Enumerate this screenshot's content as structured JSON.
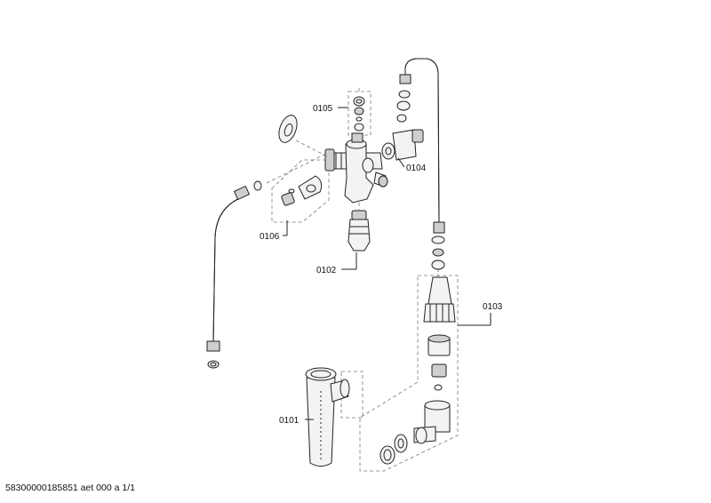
{
  "labels": {
    "p0101": "0101",
    "p0102": "0102",
    "p0103": "0103",
    "p0104": "0104",
    "p0105": "0105",
    "p0106": "0106"
  },
  "footer": "58300000185851 aet 000 a 1/1"
}
